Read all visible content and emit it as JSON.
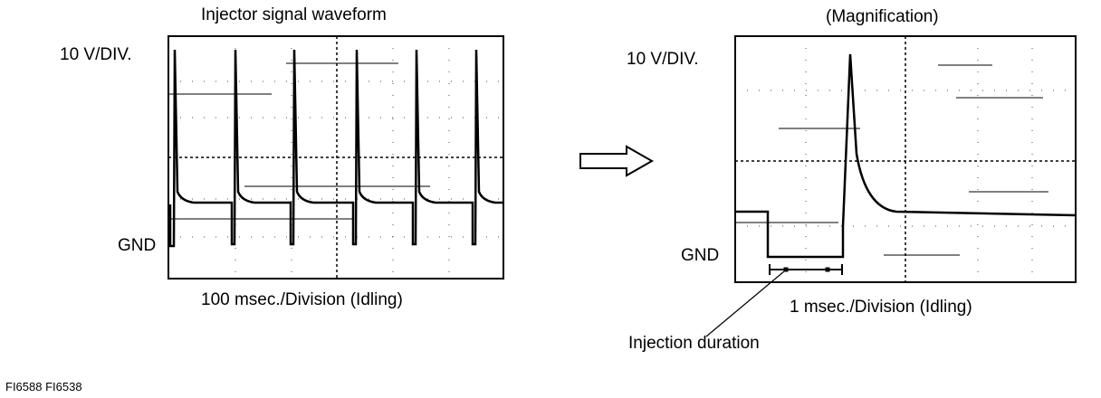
{
  "left_panel": {
    "title": "Injector signal waveform",
    "y_scale_label": "10 V/DIV.",
    "ground_label": "GND",
    "x_scale_label": "100 msec./Division (Idling)"
  },
  "right_panel": {
    "title": "(Magnification)",
    "y_scale_label": "10 V/DIV.",
    "ground_label": "GND",
    "x_scale_label": "1 msec./Division (Idling)",
    "callout_label": "Injection duration"
  },
  "figure_codes": "FI6588  FI6538",
  "arrow_icon": "right-arrow-icon"
}
